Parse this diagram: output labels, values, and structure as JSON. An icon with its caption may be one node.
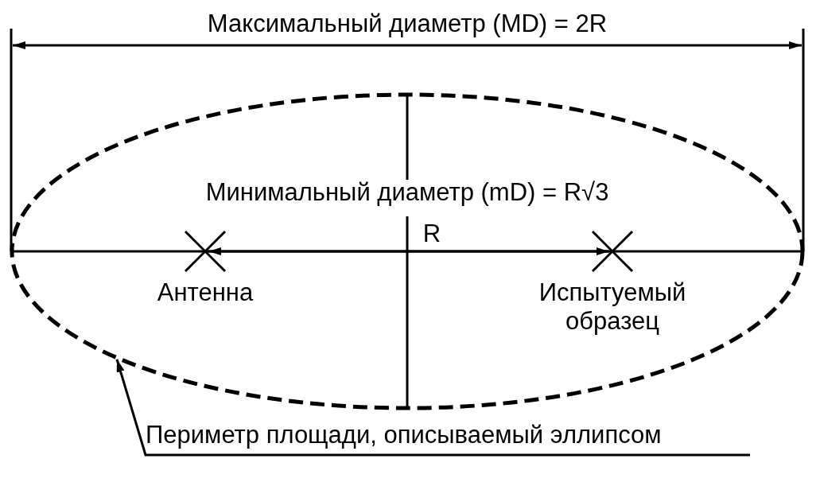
{
  "diagram": {
    "nodes": [
      {
        "text": [],
        "shape": "ellipse"
      },
      {
        "text": [
          "Периметр площади, описываемый эллипсом"
        ]
      }
    ],
    "edges": [
      {
        "from": 1,
        "to": 0,
        "arrow": "to"
      }
    ],
    "labels": [
      "Максимальный диаметр (MD) = 2R",
      "Минимальный диаметр (mD) = R√3",
      "R",
      "Антенна",
      "Испытуемый образец"
    ]
  }
}
